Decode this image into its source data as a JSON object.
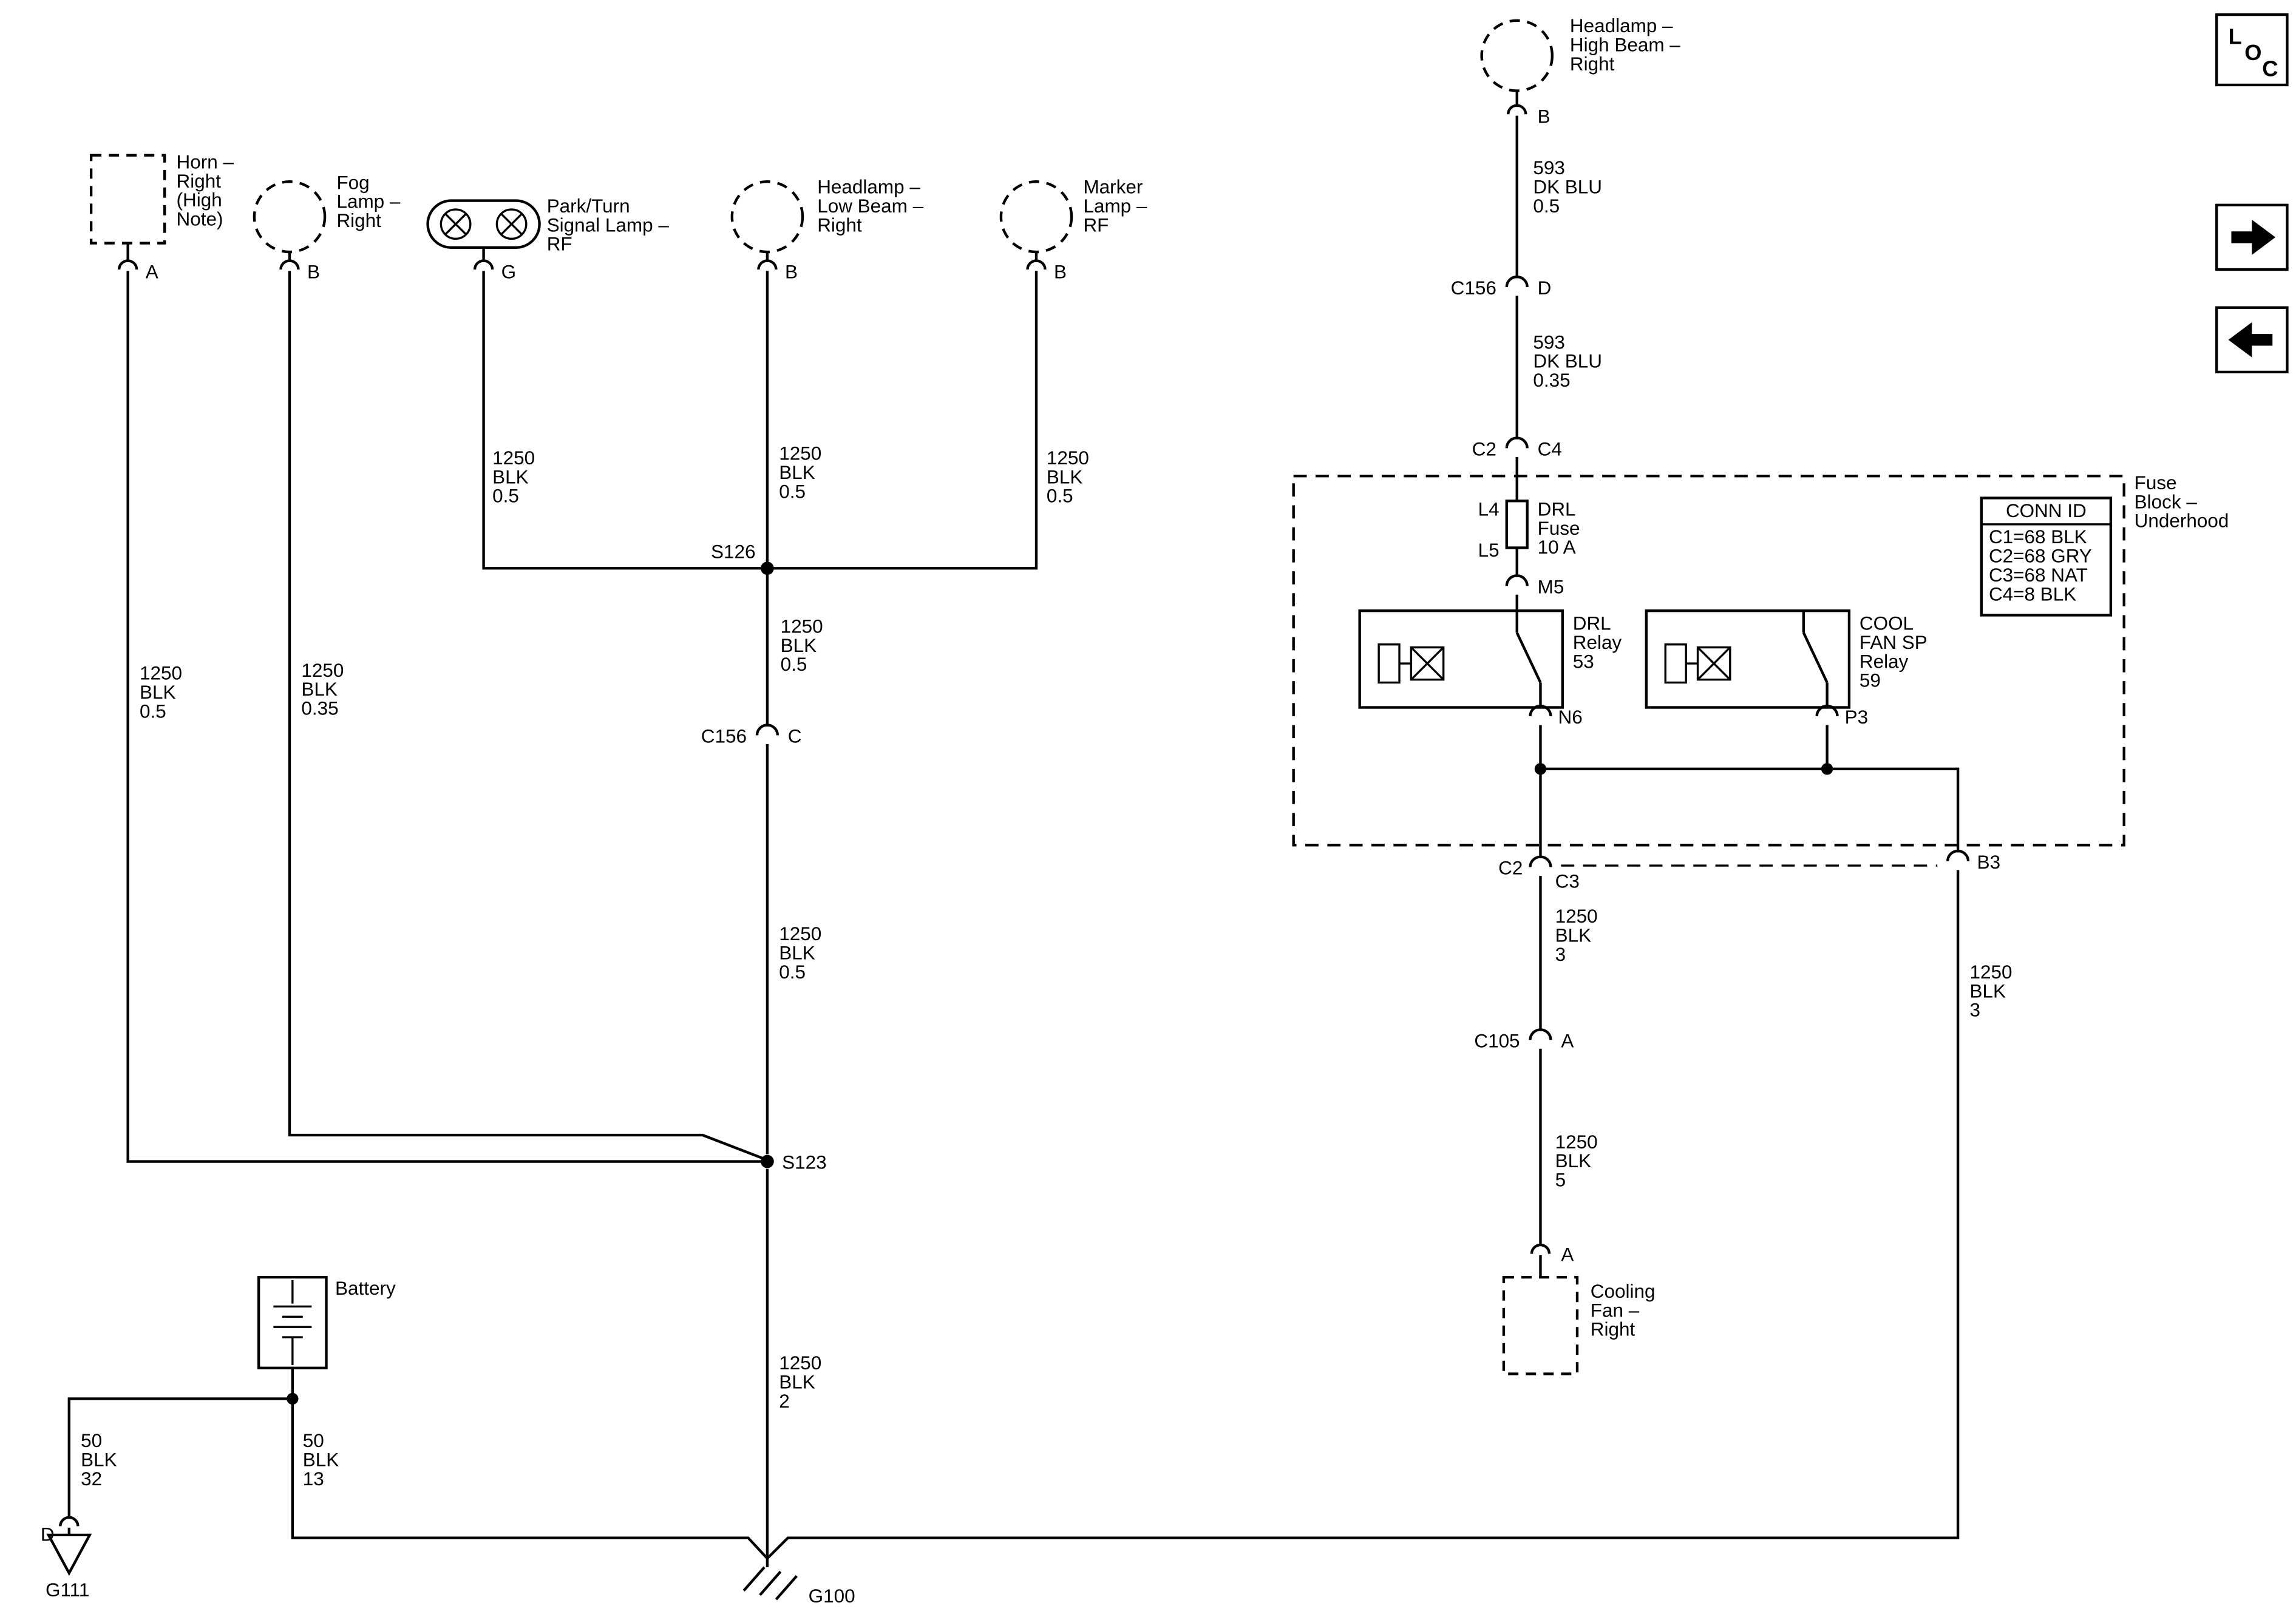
{
  "nav": {
    "loc": {
      "l": "L",
      "o": "O",
      "c": "C"
    }
  },
  "components": {
    "horn": {
      "lines": [
        "Horn –",
        "Right",
        "(High",
        "Note)"
      ],
      "terminal": "A"
    },
    "fog_lamp": {
      "lines": [
        "Fog",
        "Lamp –",
        "Right"
      ],
      "terminal": "B"
    },
    "park_turn": {
      "lines": [
        "Park/Turn",
        "Signal Lamp –",
        "RF"
      ],
      "terminal": "G"
    },
    "headlamp_low": {
      "lines": [
        "Headlamp –",
        "Low Beam –",
        "Right"
      ],
      "terminal": "B"
    },
    "marker_lamp": {
      "lines": [
        "Marker",
        "Lamp –",
        "RF"
      ],
      "terminal": "B"
    },
    "headlamp_high": {
      "lines": [
        "Headlamp –",
        "High Beam –",
        "Right"
      ],
      "terminal": "B"
    },
    "battery": {
      "label": "Battery"
    },
    "cooling_fan": {
      "lines": [
        "Cooling",
        "Fan –",
        "Right"
      ],
      "terminal": "A"
    }
  },
  "fuse_block": {
    "label_lines": [
      "Fuse",
      "Block –",
      "Underhood"
    ],
    "fuse": {
      "top": "L4",
      "bottom": "L5",
      "lines": [
        "DRL",
        "Fuse",
        "10 A"
      ],
      "out": "M5"
    },
    "drl_relay": {
      "lines": [
        "DRL",
        "Relay",
        "53"
      ],
      "out": "N6"
    },
    "cool_relay": {
      "lines": [
        "COOL",
        "FAN SP",
        "Relay",
        "59"
      ],
      "out": "P3"
    },
    "conn_id": {
      "title": "CONN ID",
      "rows": [
        "C1=68 BLK",
        "C2=68 GRY",
        "C3=68 NAT",
        "C4=8 BLK"
      ]
    }
  },
  "connectors": {
    "c156_d": {
      "left": "C156",
      "right": "D"
    },
    "c2_c4": {
      "left": "C2",
      "right": "C4"
    },
    "c156_c": {
      "left": "C156",
      "right": "C"
    },
    "c2_c3": {
      "left": "C2",
      "right": "C3"
    },
    "b3": {
      "right": "B3"
    },
    "c105_a": {
      "left": "C105",
      "right": "A"
    }
  },
  "splices": {
    "s126": "S126",
    "s123": "S123"
  },
  "grounds": {
    "g111": "G111",
    "g100": "G100",
    "g111_terminal": "D"
  },
  "wires": {
    "horn": [
      "1250",
      "BLK",
      "0.5"
    ],
    "fog": [
      "1250",
      "BLK",
      "0.35"
    ],
    "park": [
      "1250",
      "BLK",
      "0.5"
    ],
    "low_beam": [
      "1250",
      "BLK",
      "0.5"
    ],
    "marker": [
      "1250",
      "BLK",
      "0.5"
    ],
    "s126_c156": [
      "1250",
      "BLK",
      "0.5"
    ],
    "c156_s123": [
      "1250",
      "BLK",
      "0.5"
    ],
    "s123_g100": [
      "1250",
      "BLK",
      "2"
    ],
    "high_beam_upper": [
      "593",
      "DK BLU",
      "0.5"
    ],
    "high_beam_lower": [
      "593",
      "DK BLU",
      "0.35"
    ],
    "c3_c105": [
      "1250",
      "BLK",
      "3"
    ],
    "c105_fan": [
      "1250",
      "BLK",
      "5"
    ],
    "b3_ground": [
      "1250",
      "BLK",
      "3"
    ],
    "battery_g111": [
      "50",
      "BLK",
      "32"
    ],
    "battery_g100": [
      "50",
      "BLK",
      "13"
    ]
  }
}
